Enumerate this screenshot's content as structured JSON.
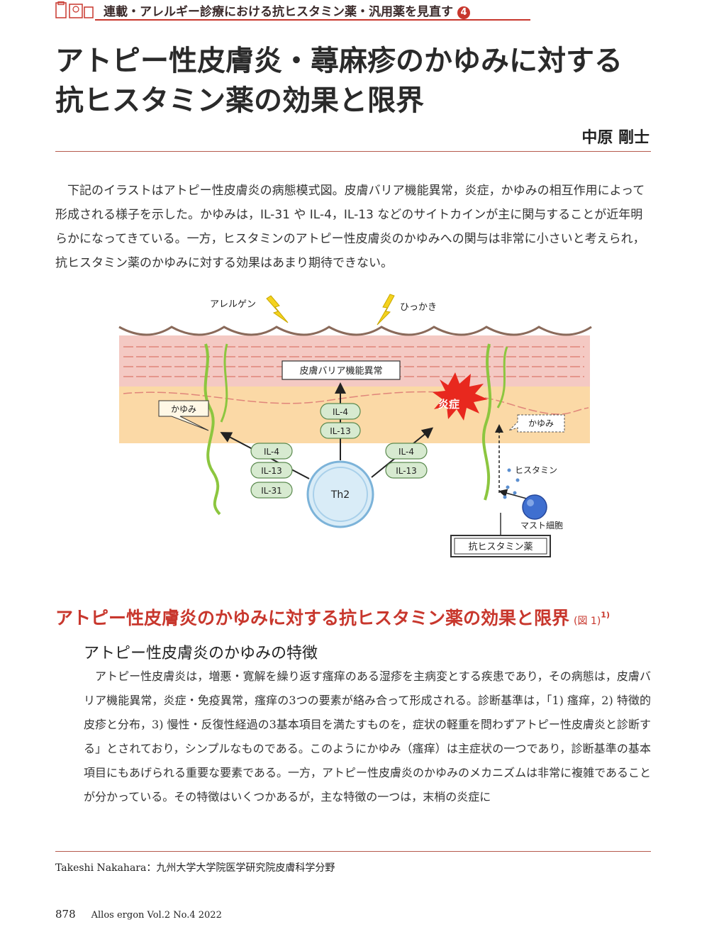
{
  "series": {
    "text": "連載・アレルギー診療における抗ヒスタミン薬・汎用薬を見直す",
    "number": "4"
  },
  "title": {
    "line1": "アトピー性皮膚炎・蕁麻疹のかゆみに対する",
    "line2": "抗ヒスタミン薬の効果と限界"
  },
  "author": "中原 剛士",
  "intro": "下記のイラストはアトピー性皮膚炎の病態模式図。皮膚バリア機能異常，炎症，かゆみの相互作用によって形成される様子を示した。かゆみは，IL-31 や IL-4，IL-13 などのサイトカインが主に関与することが近年明らかになってきている。一方，ヒスタミンのアトピー性皮膚炎のかゆみへの関与は非常に小さいと考えられ，抗ヒスタミン薬のかゆみに対する効果はあまり期待できない。",
  "figure": {
    "allergen": "アレルゲン",
    "scratch": "ひっかき",
    "barrier": "皮膚バリア機能異常",
    "inflammation": "炎症",
    "itch_left": "かゆみ",
    "itch_right": "かゆみ",
    "il4_top": "IL-4",
    "il13_top": "IL-13",
    "il4_left": "IL-4",
    "il13_left": "IL-13",
    "il31_left": "IL-31",
    "il4_right": "IL-4",
    "il13_right": "IL-13",
    "th2": "Th2",
    "histamine": "ヒスタミン",
    "mast_cell": "マスト細胞",
    "antihistamine": "抗ヒスタミン薬"
  },
  "section": {
    "heading": "アトピー性皮膚炎のかゆみに対する抗ヒスタミン薬の効果と限界",
    "ref": "(図 1)",
    "sup": "1)"
  },
  "subheading": "アトピー性皮膚炎のかゆみの特徴",
  "body": "アトピー性皮膚炎は，増悪・寛解を繰り返す瘙痒のある湿疹を主病変とする疾患であり，その病態は，皮膚バリア機能異常，炎症・免疫異常，瘙痒の3つの要素が絡み合って形成される。診断基準は，「1) 瘙痒，2) 特徴的皮疹と分布，3) 慢性・反復性経過の3基本項目を満たすものを，症状の軽重を問わずアトピー性皮膚炎と診断する」とされており，シンプルなものである。このようにかゆみ（瘙痒）は主症状の一つであり，診断基準の基本項目にもあげられる重要な要素である。一方，アトピー性皮膚炎のかゆみのメカニズムは非常に複雑であることが分かっている。その特徴はいくつかあるが，主な特徴の一つは，末梢の炎症に",
  "footer": {
    "affiliation": "Takeshi Nakahara：九州大学大学院医学研究院皮膚科学分野",
    "page": "878",
    "journal": "Allos ergon Vol.2 No.4 2022"
  },
  "colors": {
    "accent": "#c8372d",
    "skin_pink": "#f4c9c3",
    "dermis": "#fbd9a6",
    "nerve": "#8cc63f",
    "cytokine_fill": "#d7ead0",
    "th2_fill": "#d9ecf7"
  }
}
